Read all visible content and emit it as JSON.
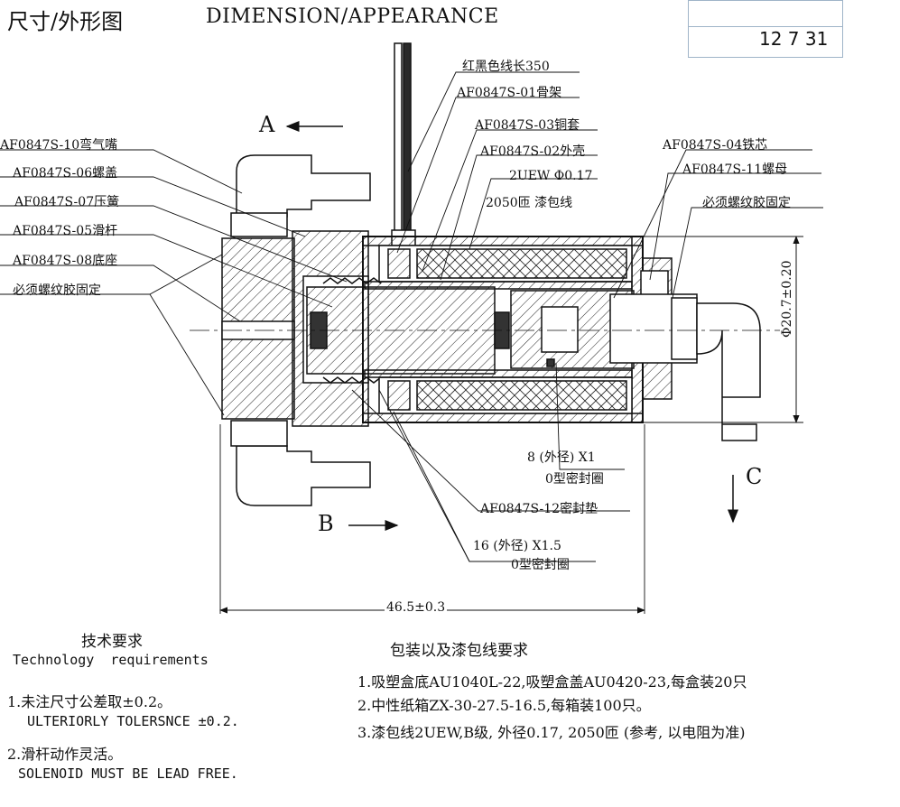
{
  "header": {
    "title_cn": "尺寸/外形图",
    "title_en": "DIMENSION/APPEARANCE",
    "stamp_date": "12 7 31"
  },
  "views": {
    "a": "A",
    "b": "B",
    "c": "C"
  },
  "labels_left": [
    "AF0847S-10弯气嘴",
    "AF0847S-06螺盖",
    "AF0847S-07压簧",
    "AF0847S-05滑杆",
    "AF0847S-08底座",
    "必须螺纹胶固定"
  ],
  "labels_top": [
    "红黑色线长350",
    "AF0847S-01骨架",
    "AF0847S-03铜套",
    "AF0847S-02外壳",
    "2UEW Φ0.17",
    "2050匝 漆包线"
  ],
  "labels_right": [
    "AF0847S-04铁芯",
    "AF0847S-11螺母",
    "必须螺纹胶固定"
  ],
  "labels_bottom": [
    "8 (外径) X1",
    "0型密封圈",
    "AF0847S-12密封垫",
    "16 (外径) X1.5",
    "0型密封圈"
  ],
  "dimensions": {
    "length": "46.5±0.3",
    "diameter": "Φ20.7±0.20"
  },
  "tech": {
    "heading_cn": "技术要求",
    "heading_en": "Technology  requirements",
    "item1_cn": "1.未注尺寸公差取±0.2。",
    "item1_en": "ULTERIORLY TOLERSNCE ±0.2.",
    "item2_cn": "2.滑杆动作灵活。",
    "item2_en": "SOLENOID MUST BE LEAD FREE."
  },
  "packing": {
    "heading": "包装以及漆包线要求",
    "items": [
      "1.吸塑盒底AU1040L-22,吸塑盒盖AU0420-23,每盒装20只",
      "2.中性纸箱ZX-30-27.5-16.5,每箱装100只。",
      "3.漆包线2UEW,B级, 外径0.17, 2050匝 (参考, 以电阻为准)"
    ]
  }
}
